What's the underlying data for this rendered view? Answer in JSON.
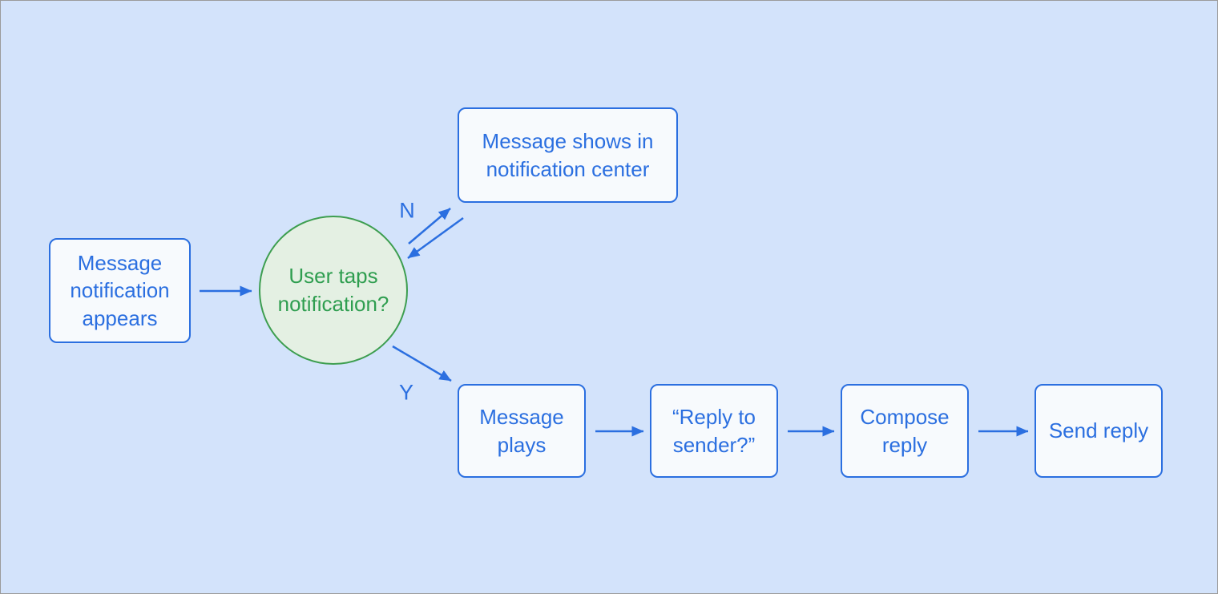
{
  "canvas": {
    "background_color": "#d3e3fb",
    "border_color": "#9b9b9b"
  },
  "palette": {
    "accent_blue": "#2b6fe0",
    "node_fill": "#f7fafd",
    "decision_fill": "#e4f0e3",
    "decision_border": "#3d9e50",
    "decision_text": "#2f9e50"
  },
  "nodes": {
    "start": {
      "label": "Message notification appears"
    },
    "decision": {
      "label": "User taps notification?"
    },
    "notification_center": {
      "label": "Message shows in notification center"
    },
    "message_plays": {
      "label": "Message plays"
    },
    "reply_prompt": {
      "label": "“Reply to sender?”"
    },
    "compose_reply": {
      "label": "Compose reply"
    },
    "send_reply": {
      "label": "Send reply"
    }
  },
  "edge_labels": {
    "no": "N",
    "yes": "Y"
  }
}
